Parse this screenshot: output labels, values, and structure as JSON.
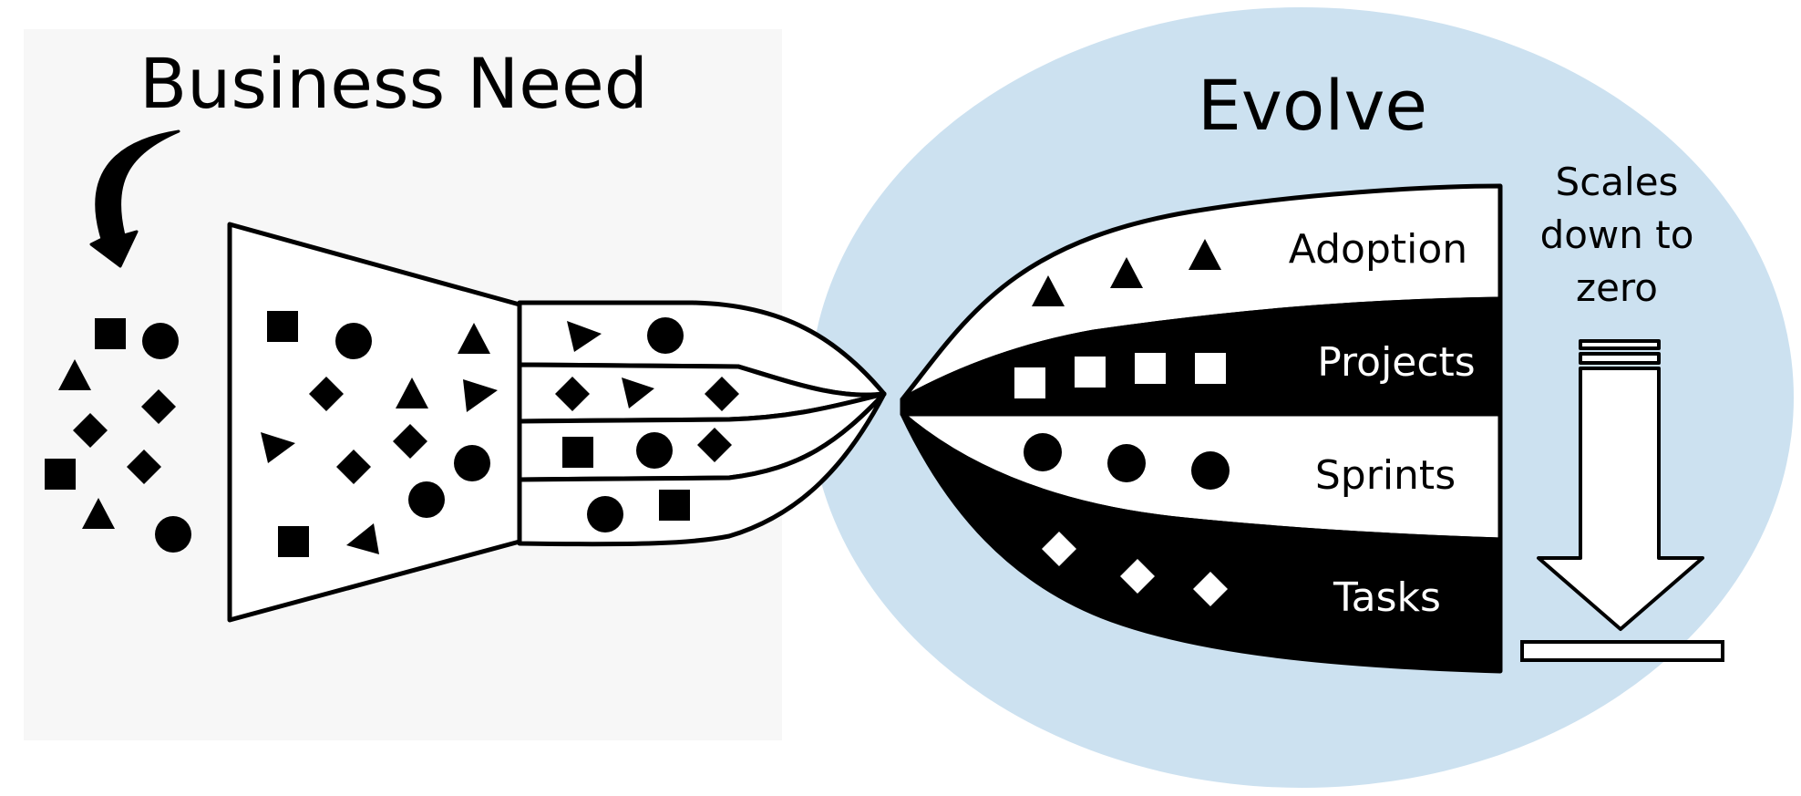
{
  "left_panel": {
    "title": "Business Need"
  },
  "right_panel": {
    "title": "Evolve"
  },
  "streams": [
    {
      "label": "Adoption",
      "shape": "triangle"
    },
    {
      "label": "Projects",
      "shape": "square"
    },
    {
      "label": "Sprints",
      "shape": "circle"
    },
    {
      "label": "Tasks",
      "shape": "diamond"
    }
  ],
  "scale_note": {
    "line1": "Scales",
    "line2": "down to",
    "line3": "zero"
  },
  "colors": {
    "left_bg": "#f7f7f7",
    "right_bg": "#cce1f0",
    "ink": "#000000",
    "paper": "#ffffff"
  }
}
